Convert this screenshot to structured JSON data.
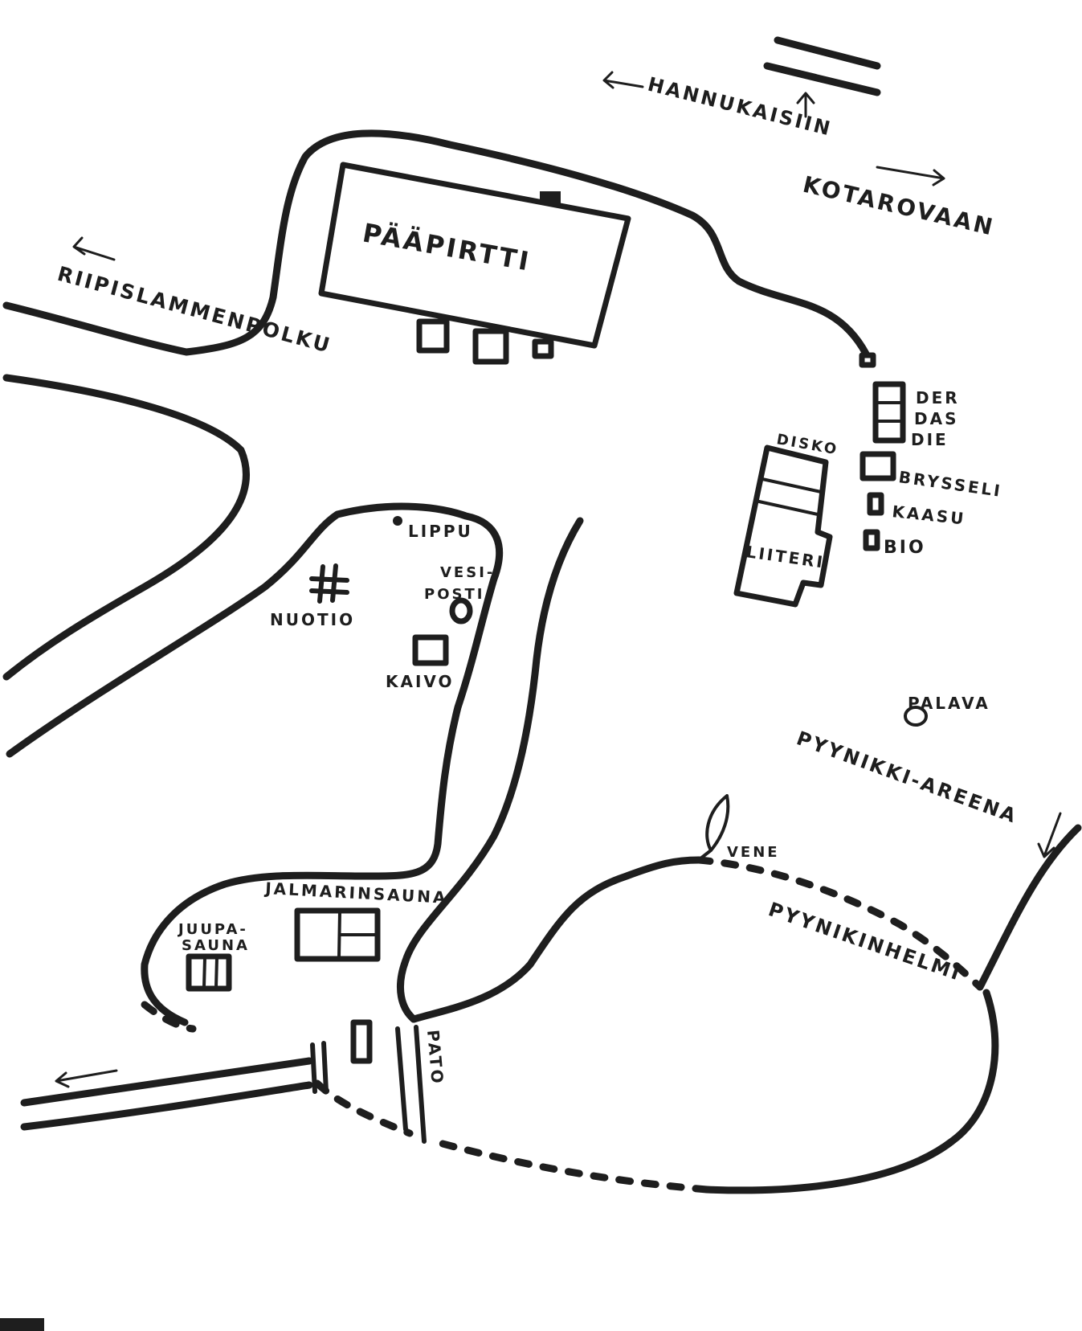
{
  "colors": {
    "ink": "#1e1e1e",
    "paper": "#ffffff"
  },
  "labels": {
    "hannukaisiin": "HANNUKAISIIN",
    "kotarovaan": "KOTAROVAAN",
    "paapirtti": "PÄÄPIRTTI",
    "riipislammenpolku": "RIIPISLAMMENPOLKU",
    "der": "DER",
    "das": "DAS",
    "die": "DIE",
    "disko": "DISKO",
    "brysseli": "BRYSSELI",
    "kaasu": "KAASU",
    "bio": "BIO",
    "liiteri": "LIITERI",
    "lippu": "LIPPU",
    "vesi": "VESI-",
    "posti": "POSTI",
    "nuotio": "NUOTIO",
    "kaivo": "KAIVO",
    "palava": "PALAVA",
    "pyynikki_areena": "PYYNIKKI-AREENA",
    "vene": "VENE",
    "pyynikinhelmi": "PYYNIKINHELMI",
    "jalmarinsauna": "JALMARINSAUNA",
    "juupa": "JUUPA-",
    "sauna": "SAUNA",
    "pato": "PATO"
  }
}
